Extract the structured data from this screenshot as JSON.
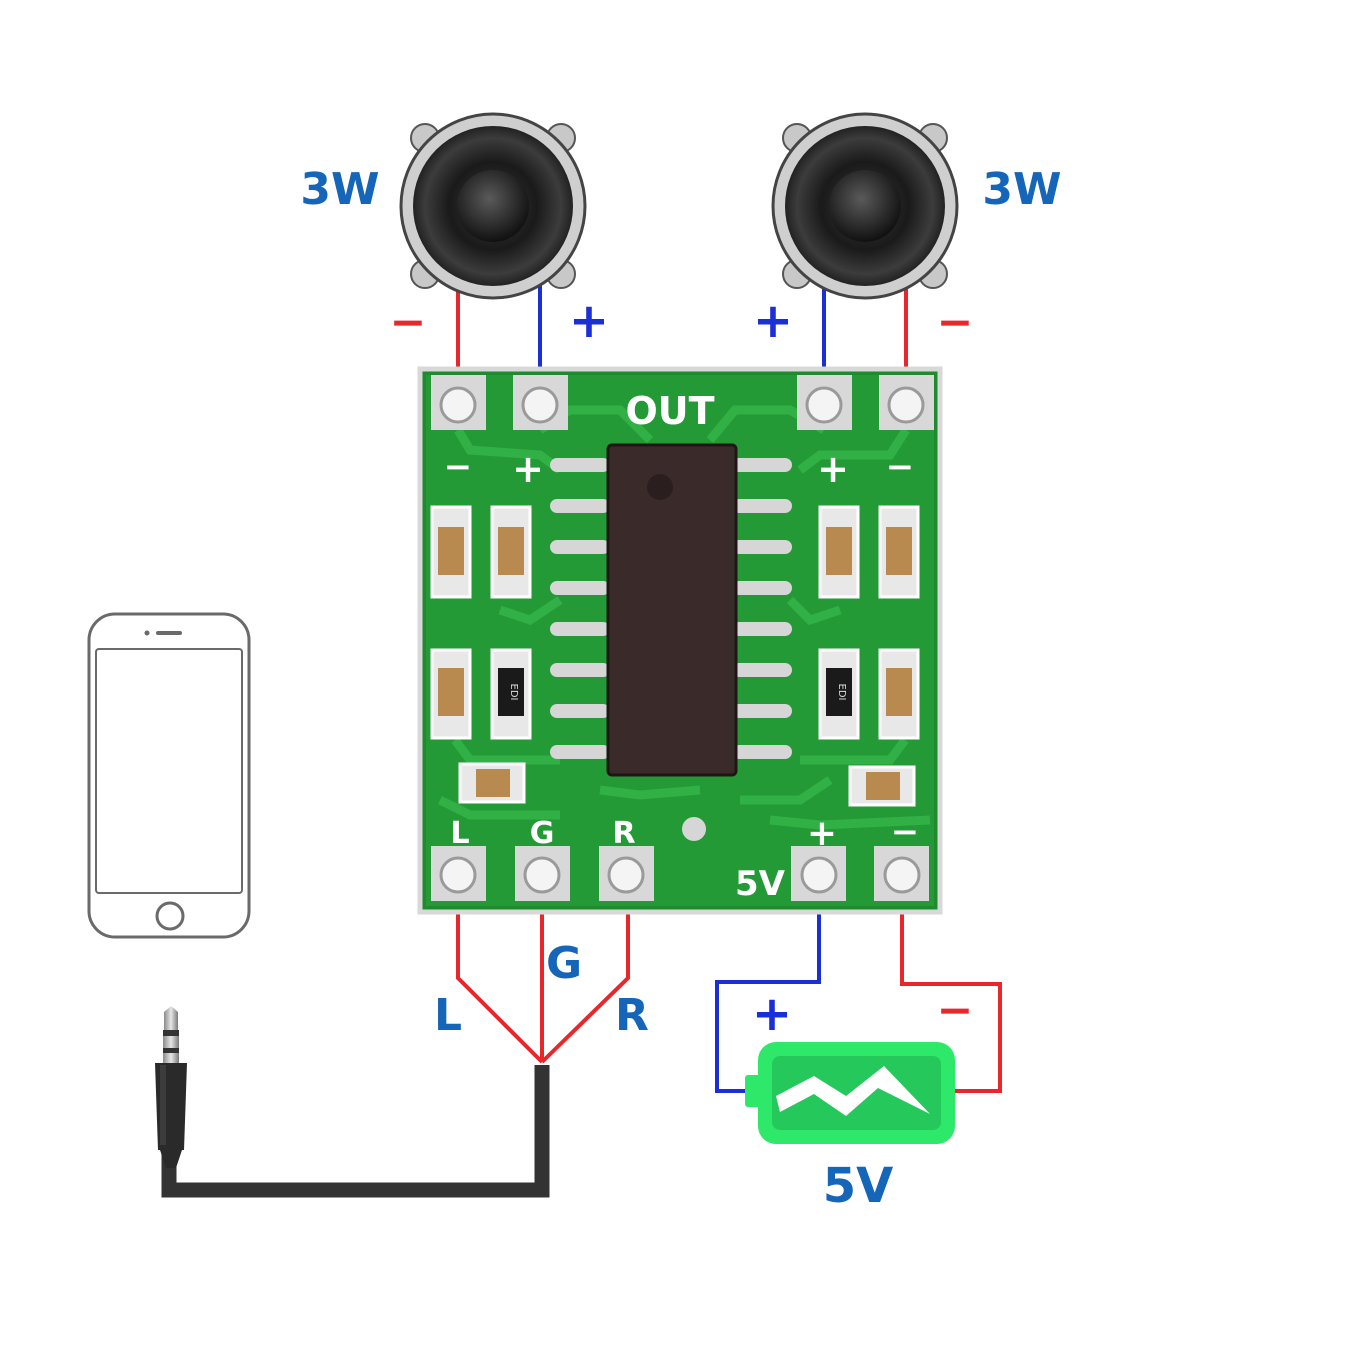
{
  "speakers": {
    "left_power": "3W",
    "right_power": "3W",
    "left_minus": "−",
    "left_plus": "+",
    "right_plus": "+",
    "right_minus": "−"
  },
  "board": {
    "out_label": "OUT",
    "top_left_minus": "−",
    "top_left_plus": "+",
    "top_right_plus": "+",
    "top_right_minus": "−",
    "in_l": "L",
    "in_g": "G",
    "in_r": "R",
    "power_label": "5V",
    "power_plus": "+",
    "power_minus": "−",
    "resistor_code": "EDI"
  },
  "audio": {
    "label_l": "L",
    "label_g": "G",
    "label_r": "R"
  },
  "battery": {
    "plus": "+",
    "minus": "−",
    "voltage": "5V"
  },
  "colors": {
    "positive_wire": "#1a2fd6",
    "negative_wire": "#e8262b",
    "label_blue": "#1565b8",
    "pcb_green": "#1f8a2e",
    "battery_green": "#2ee86a"
  }
}
